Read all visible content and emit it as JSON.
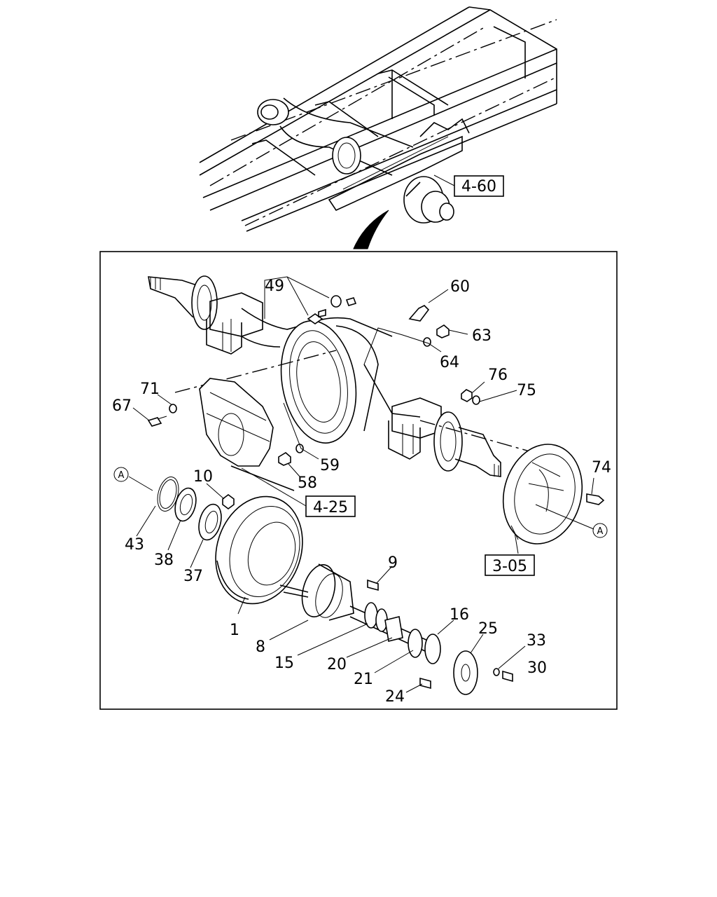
{
  "references": {
    "r4_60": "4-60",
    "r4_25": "4-25",
    "r3_05": "3-05"
  },
  "callouts": {
    "c1": "1",
    "c8": "8",
    "c9": "9",
    "c10": "10",
    "c15": "15",
    "c16": "16",
    "c20": "20",
    "c21": "21",
    "c24": "24",
    "c25": "25",
    "c30": "30",
    "c33": "33",
    "c37": "37",
    "c38": "38",
    "c43": "43",
    "c49": "49",
    "c58": "58",
    "c59": "59",
    "c60": "60",
    "c63": "63",
    "c64": "64",
    "c67": "67",
    "c71": "71",
    "c74": "74",
    "c75": "75",
    "c76": "76"
  },
  "markers": {
    "a_left": "A",
    "a_right": "A"
  }
}
